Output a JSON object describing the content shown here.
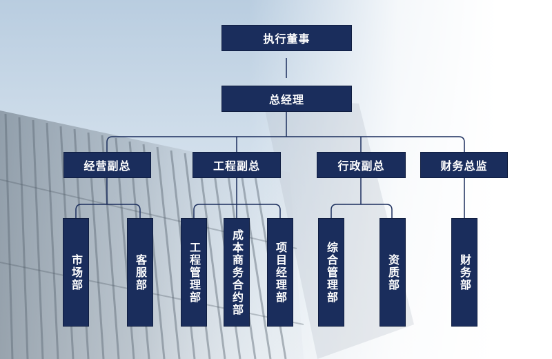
{
  "chart": {
    "top": {
      "label": "执行董事"
    },
    "gm": {
      "label": "总经理"
    },
    "deputies": [
      {
        "label": "经营副总"
      },
      {
        "label": "工程副总"
      },
      {
        "label": "行政副总"
      },
      {
        "label": "财务总监"
      }
    ],
    "departments": [
      {
        "label": "市场部"
      },
      {
        "label": "客服部"
      },
      {
        "label": "工程管理部"
      },
      {
        "label": "成本商务合约部"
      },
      {
        "label": "项目经理部"
      },
      {
        "label": "综合管理部"
      },
      {
        "label": "资质部"
      },
      {
        "label": "财务部"
      }
    ]
  },
  "colors": {
    "box_fill": "#1a2d5c",
    "box_text": "#ffffff",
    "connector": "#1a2d5c"
  }
}
